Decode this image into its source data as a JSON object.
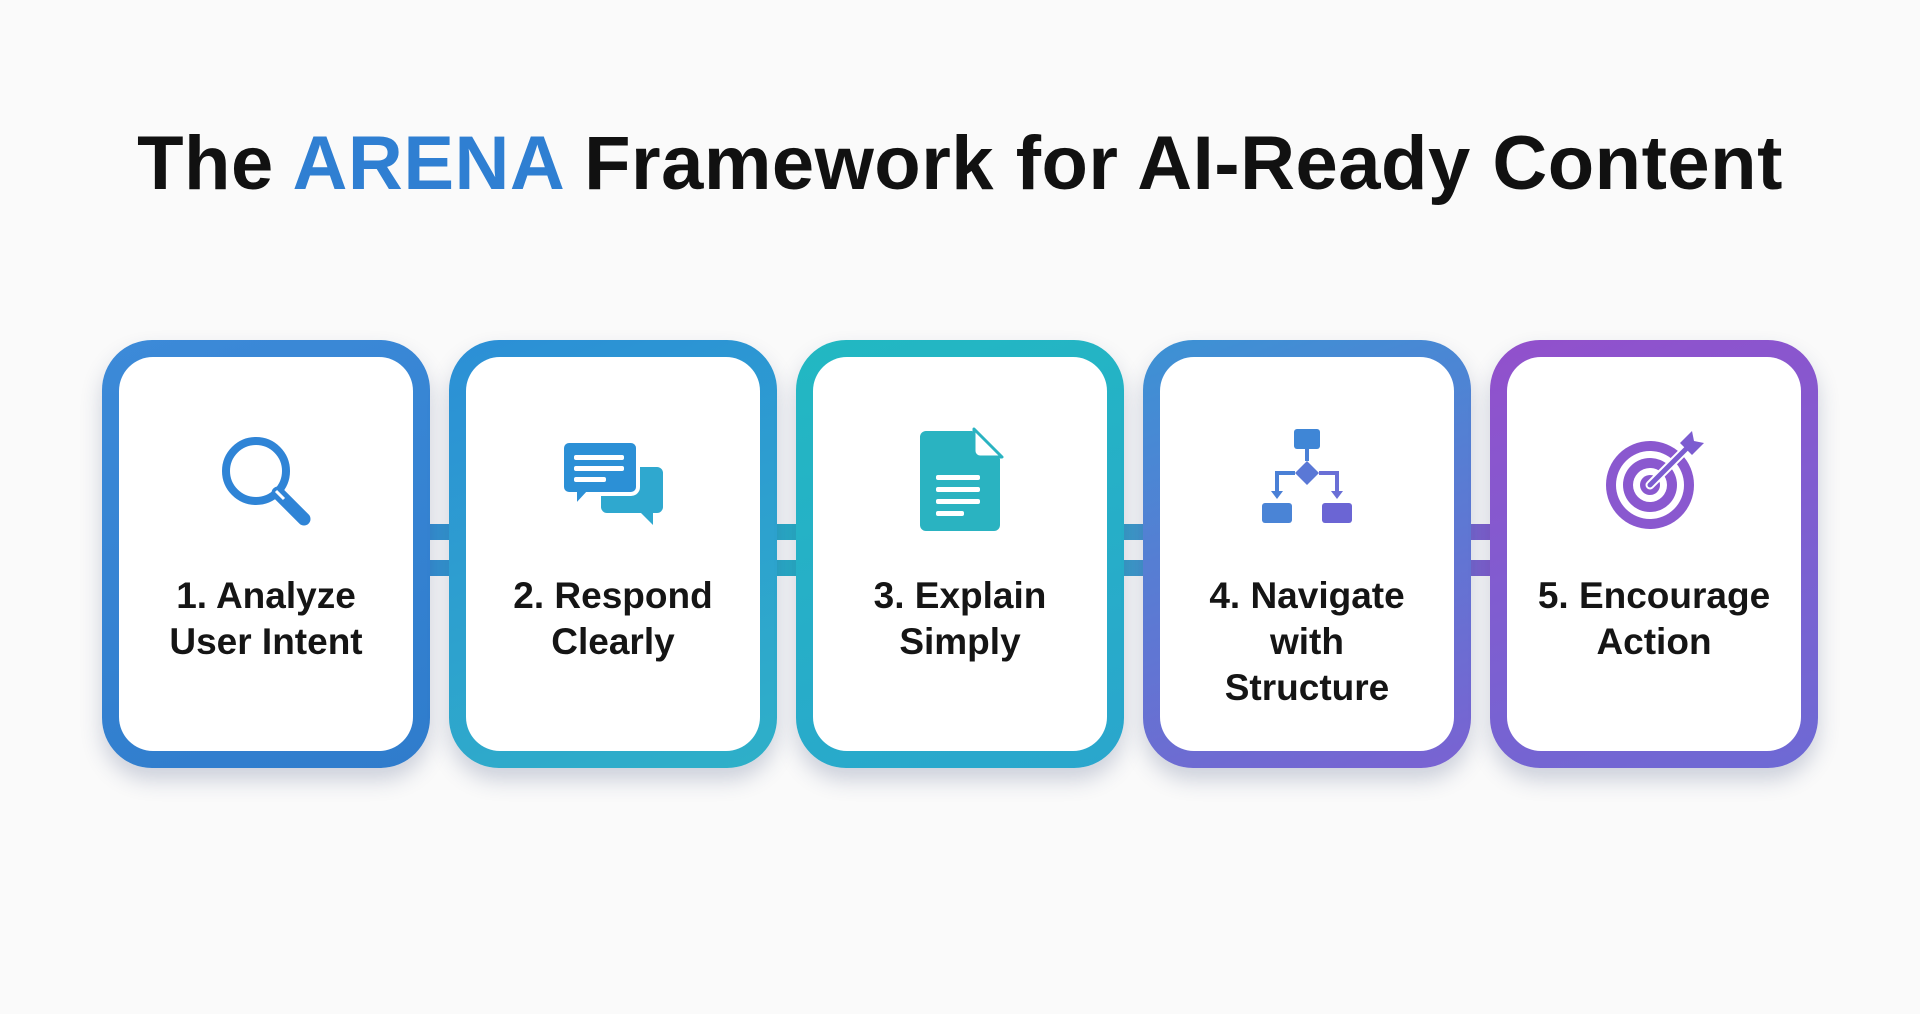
{
  "title": {
    "prefix": "The ",
    "accent": "ARENA",
    "suffix": " Framework for AI-Ready Content"
  },
  "steps": [
    {
      "lines": [
        "1. Analyze",
        "User Intent"
      ],
      "icon": "magnifier-icon",
      "color": "#3a86d4"
    },
    {
      "lines": [
        "2. Respond",
        "Clearly"
      ],
      "icon": "chat-bubbles-icon",
      "color": "#2f9fd0"
    },
    {
      "lines": [
        "3. Explain",
        "Simply"
      ],
      "icon": "document-icon",
      "color": "#26b2c2"
    },
    {
      "lines": [
        "4. Navigate",
        "with",
        "Structure"
      ],
      "icon": "flowchart-icon",
      "color": "#5a7fd6"
    },
    {
      "lines": [
        "5. Encourage",
        "Action"
      ],
      "icon": "target-icon",
      "color": "#8a55cc"
    }
  ],
  "colors": {
    "accent": "#2f7fd2",
    "step1": "#3a86d4",
    "step2": "#2f9fd0",
    "step3": "#26b2c2",
    "step4": "#5a7fd6",
    "step5": "#8a55cc"
  }
}
